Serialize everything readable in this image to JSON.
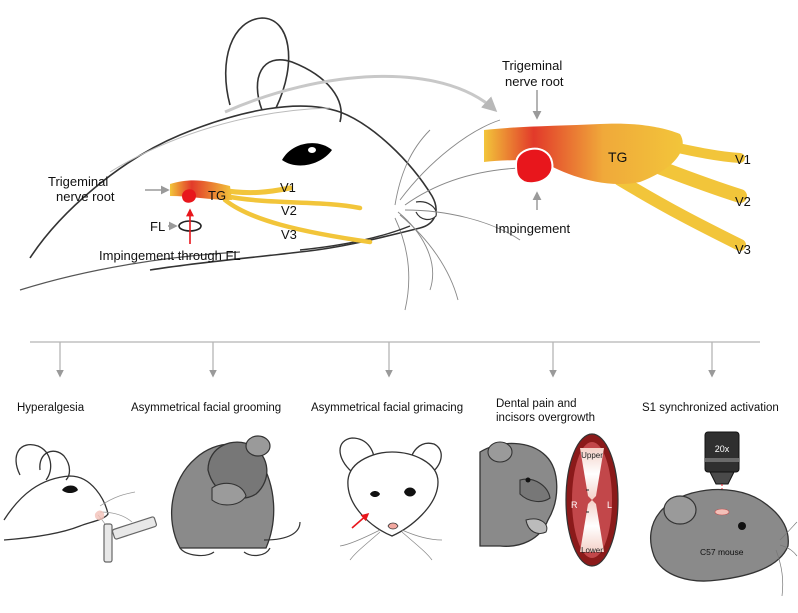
{
  "top_left": {
    "nerve_root_line1": "Trigeminal",
    "nerve_root_line2": "nerve root",
    "tg": "TG",
    "v1": "V1",
    "v2": "V2",
    "v3": "V3",
    "fl": "FL",
    "impingement_through_fl": "Impingement through FL"
  },
  "top_right": {
    "nerve_root_line1": "Trigeminal",
    "nerve_root_line2": "nerve root",
    "tg": "TG",
    "v1": "V1",
    "v2": "V2",
    "v3": "V3",
    "impingement": "Impingement"
  },
  "outcomes": [
    {
      "label": "Hyperalgesia"
    },
    {
      "label": "Asymmetrical facial grooming"
    },
    {
      "label": "Asymmetrical facial grimacing"
    },
    {
      "label_line1": "Dental pain and",
      "label_line2": "incisors overgrowth"
    },
    {
      "label": "S1 synchronized activation"
    }
  ],
  "dental_panel": {
    "upper": "Upper",
    "lower": "Lower",
    "r": "R",
    "l": "L"
  },
  "s1_panel": {
    "objective": "20x",
    "mouse": "C57 mouse"
  },
  "colors": {
    "nerve_yellow": "#f2c53a",
    "nerve_red": "#e23a2a",
    "impingement_red": "#e8161c",
    "arrow_gray": "#9a9a9a",
    "mouse_gray": "#8a8a8a"
  }
}
